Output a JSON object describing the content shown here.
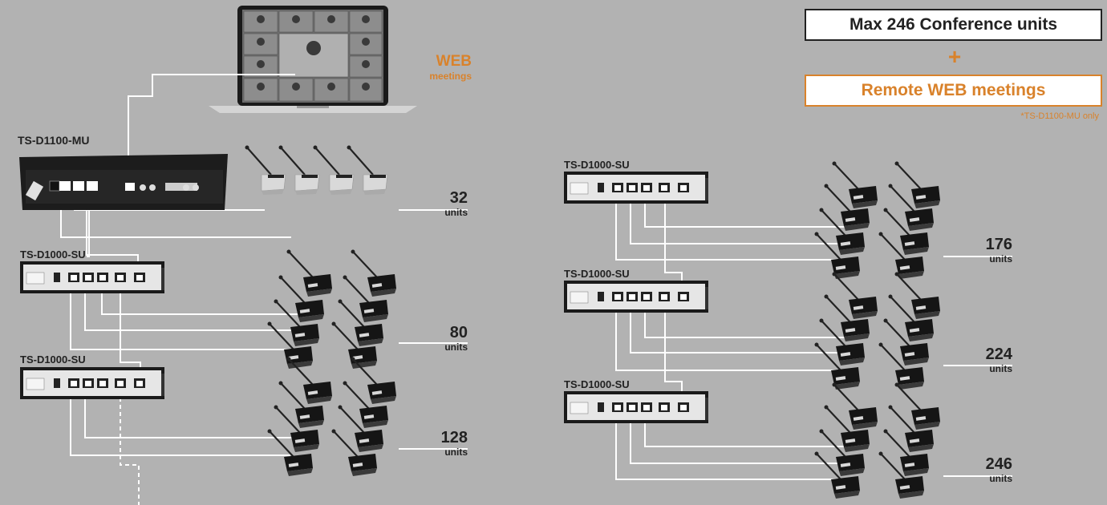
{
  "web": {
    "title": "WEB",
    "subtitle": "meetings"
  },
  "headline": {
    "max_units": "Max 246  Conference units",
    "plus": "+",
    "remote": "Remote WEB meetings",
    "note": "*TS-D1100-MU only"
  },
  "left": {
    "master": {
      "model": "TS-D1100-MU",
      "count": "32",
      "unit": "units"
    },
    "sub1": {
      "model": "TS-D1000-SU",
      "count": "80",
      "unit": "units"
    },
    "sub2": {
      "model": "TS-D1000-SU",
      "count": "128",
      "unit": "units"
    }
  },
  "right": {
    "sub1": {
      "model": "TS-D1000-SU",
      "count": "176",
      "unit": "units"
    },
    "sub2": {
      "model": "TS-D1000-SU",
      "count": "224",
      "unit": "units"
    },
    "sub3": {
      "model": "TS-D1000-SU",
      "count": "246",
      "unit": "units"
    }
  },
  "colors": {
    "background": "#b2b2b2",
    "accent": "#d9822b",
    "cable": "#ffffff",
    "device": "#1c1c1c"
  }
}
